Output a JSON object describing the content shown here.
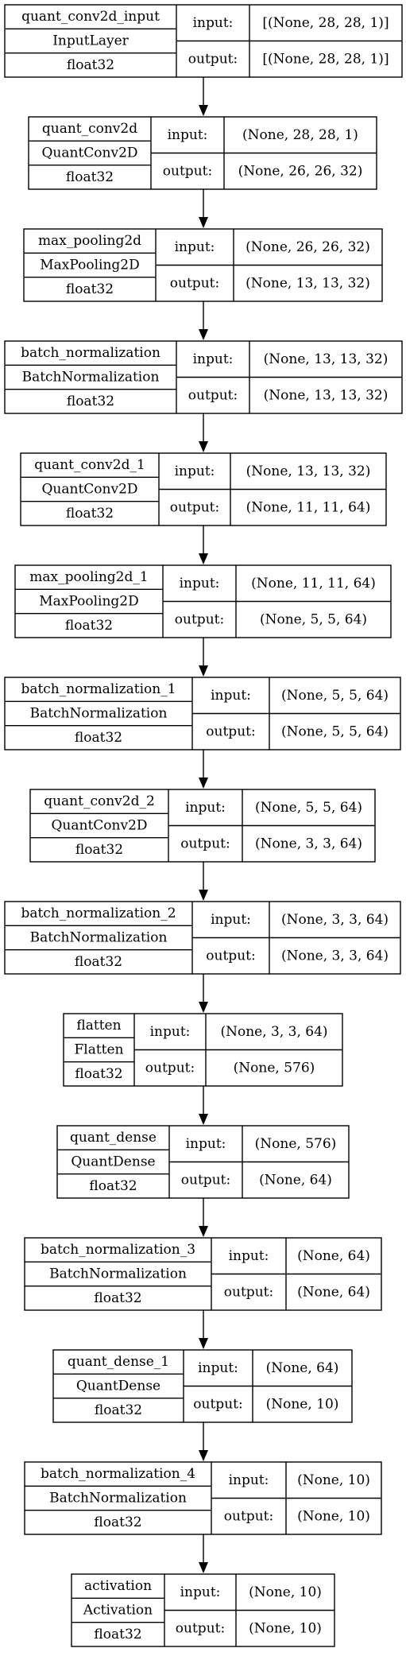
{
  "io_labels": {
    "input": "input:",
    "output": "output:"
  },
  "nodes": [
    {
      "name": "quant_conv2d_input",
      "type": "InputLayer",
      "dtype": "float32",
      "input_shape": "[(None, 28, 28, 1)]",
      "output_shape": "[(None, 28, 28, 1)]"
    },
    {
      "name": "quant_conv2d",
      "type": "QuantConv2D",
      "dtype": "float32",
      "input_shape": "(None, 28, 28, 1)",
      "output_shape": "(None, 26, 26, 32)"
    },
    {
      "name": "max_pooling2d",
      "type": "MaxPooling2D",
      "dtype": "float32",
      "input_shape": "(None, 26, 26, 32)",
      "output_shape": "(None, 13, 13, 32)"
    },
    {
      "name": "batch_normalization",
      "type": "BatchNormalization",
      "dtype": "float32",
      "input_shape": "(None, 13, 13, 32)",
      "output_shape": "(None, 13, 13, 32)"
    },
    {
      "name": "quant_conv2d_1",
      "type": "QuantConv2D",
      "dtype": "float32",
      "input_shape": "(None, 13, 13, 32)",
      "output_shape": "(None, 11, 11, 64)"
    },
    {
      "name": "max_pooling2d_1",
      "type": "MaxPooling2D",
      "dtype": "float32",
      "input_shape": "(None, 11, 11, 64)",
      "output_shape": "(None, 5, 5, 64)"
    },
    {
      "name": "batch_normalization_1",
      "type": "BatchNormalization",
      "dtype": "float32",
      "input_shape": "(None, 5, 5, 64)",
      "output_shape": "(None, 5, 5, 64)"
    },
    {
      "name": "quant_conv2d_2",
      "type": "QuantConv2D",
      "dtype": "float32",
      "input_shape": "(None, 5, 5, 64)",
      "output_shape": "(None, 3, 3, 64)"
    },
    {
      "name": "batch_normalization_2",
      "type": "BatchNormalization",
      "dtype": "float32",
      "input_shape": "(None, 3, 3, 64)",
      "output_shape": "(None, 3, 3, 64)"
    },
    {
      "name": "flatten",
      "type": "Flatten",
      "dtype": "float32",
      "input_shape": "(None, 3, 3, 64)",
      "output_shape": "(None, 576)"
    },
    {
      "name": "quant_dense",
      "type": "QuantDense",
      "dtype": "float32",
      "input_shape": "(None, 576)",
      "output_shape": "(None, 64)"
    },
    {
      "name": "batch_normalization_3",
      "type": "BatchNormalization",
      "dtype": "float32",
      "input_shape": "(None, 64)",
      "output_shape": "(None, 64)"
    },
    {
      "name": "quant_dense_1",
      "type": "QuantDense",
      "dtype": "float32",
      "input_shape": "(None, 64)",
      "output_shape": "(None, 10)"
    },
    {
      "name": "batch_normalization_4",
      "type": "BatchNormalization",
      "dtype": "float32",
      "input_shape": "(None, 10)",
      "output_shape": "(None, 10)"
    },
    {
      "name": "activation",
      "type": "Activation",
      "dtype": "float32",
      "input_shape": "(None, 10)",
      "output_shape": "(None, 10)"
    }
  ]
}
